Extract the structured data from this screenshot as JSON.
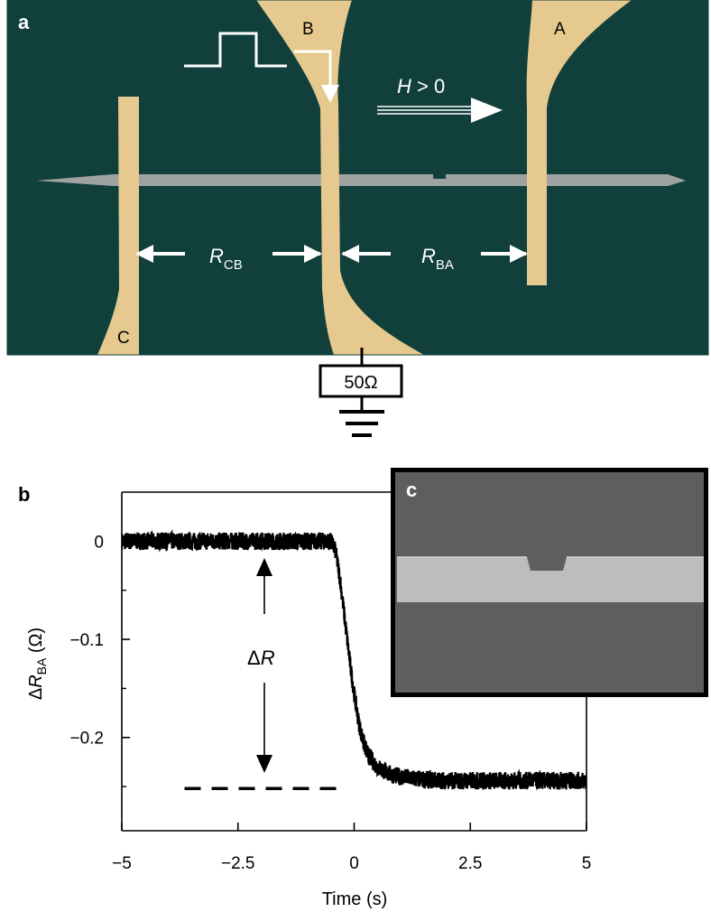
{
  "panel_a": {
    "label": "a",
    "electrodes": {
      "A": "A",
      "B": "B",
      "C": "C"
    },
    "field_label": {
      "sym": "H",
      "rel": " > 0"
    },
    "resistance_cb": {
      "main": "R",
      "sub": "CB"
    },
    "resistance_ba": {
      "main": "R",
      "sub": "BA"
    },
    "load": "50Ω"
  },
  "panel_b": {
    "label": "b",
    "delta_r_label": {
      "delta": "Δ",
      "sym": "R"
    },
    "y_axis_label": {
      "delta": "Δ",
      "sym": "R",
      "sub": "BA",
      "unit": " (Ω)"
    },
    "x_axis_label": "Time (s)",
    "y_ticks": [
      "0",
      "−0.1",
      "−0.2"
    ],
    "x_ticks": [
      "−5",
      "−2.5",
      "0",
      "2.5",
      "5"
    ]
  },
  "panel_c": {
    "label": "c"
  },
  "chart_data": {
    "type": "line",
    "title": "",
    "xlabel": "Time (s)",
    "ylabel": "ΔR_BA (Ω)",
    "xlim": [
      -5,
      5
    ],
    "ylim": [
      -0.295,
      0.05
    ],
    "grid": false,
    "series": [
      {
        "x": [
          -5,
          -4,
          -3,
          -2,
          -1,
          -0.5,
          -0.4,
          -0.3,
          -0.2,
          -0.1,
          0,
          0.1,
          0.2,
          0.3,
          0.5,
          0.75,
          1,
          1.5,
          2,
          3,
          4,
          5
        ],
        "y": [
          0.0,
          0.0,
          0.0,
          0.0,
          0.0,
          0.0,
          -0.01,
          -0.04,
          -0.08,
          -0.12,
          -0.155,
          -0.185,
          -0.205,
          -0.218,
          -0.23,
          -0.237,
          -0.24,
          -0.243,
          -0.244,
          -0.244,
          -0.244,
          -0.244
        ]
      }
    ],
    "reference_line_y": -0.252
  },
  "colors": {
    "substrate": "#103f3c",
    "gold": "#e6c98e",
    "nanowire": "#9ea3a2",
    "sem_background": "#5e5e5e",
    "sem_wire": "#bdbdbd",
    "trace": "#000000"
  }
}
